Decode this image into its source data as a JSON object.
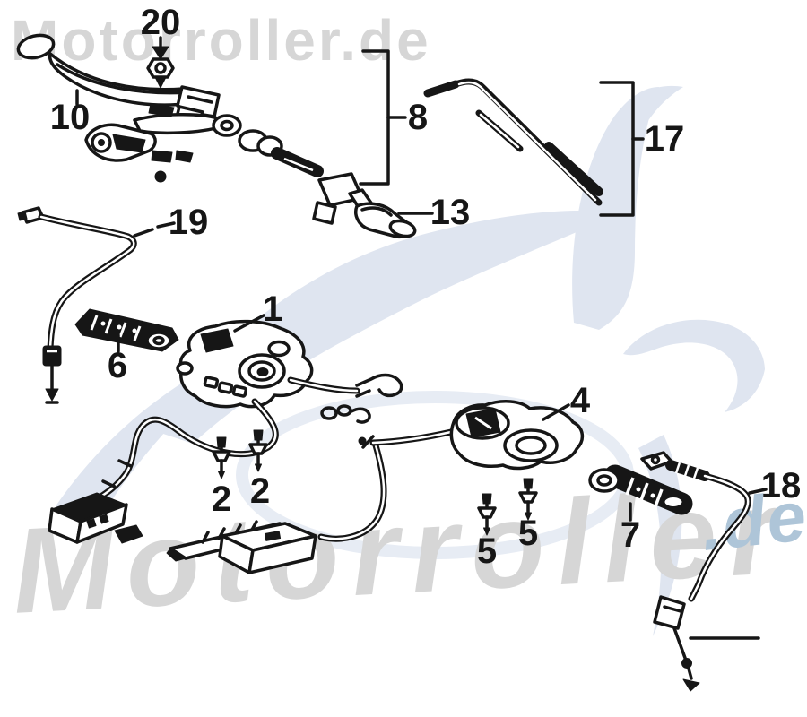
{
  "colors": {
    "bg": "#ffffff",
    "line": "#161616",
    "wm-gray": "#d6d6d6",
    "wm-blue": "#aec5d8",
    "swoosh": "#dfe5f0",
    "swoosh-ring": "#e7ecf4"
  },
  "watermark": {
    "top_text": "Motorroller.de",
    "bottom_text": "Motorroller",
    "bottom_suffix": ".de"
  },
  "diagram": {
    "callouts": [
      {
        "label": "1"
      },
      {
        "label": "2"
      },
      {
        "label": "2"
      },
      {
        "label": "4"
      },
      {
        "label": "5"
      },
      {
        "label": "5"
      },
      {
        "label": "6"
      },
      {
        "label": "7"
      },
      {
        "label": "8"
      },
      {
        "label": "10"
      },
      {
        "label": "13"
      },
      {
        "label": "17"
      },
      {
        "label": "18"
      },
      {
        "label": "19"
      },
      {
        "label": "20"
      }
    ]
  }
}
